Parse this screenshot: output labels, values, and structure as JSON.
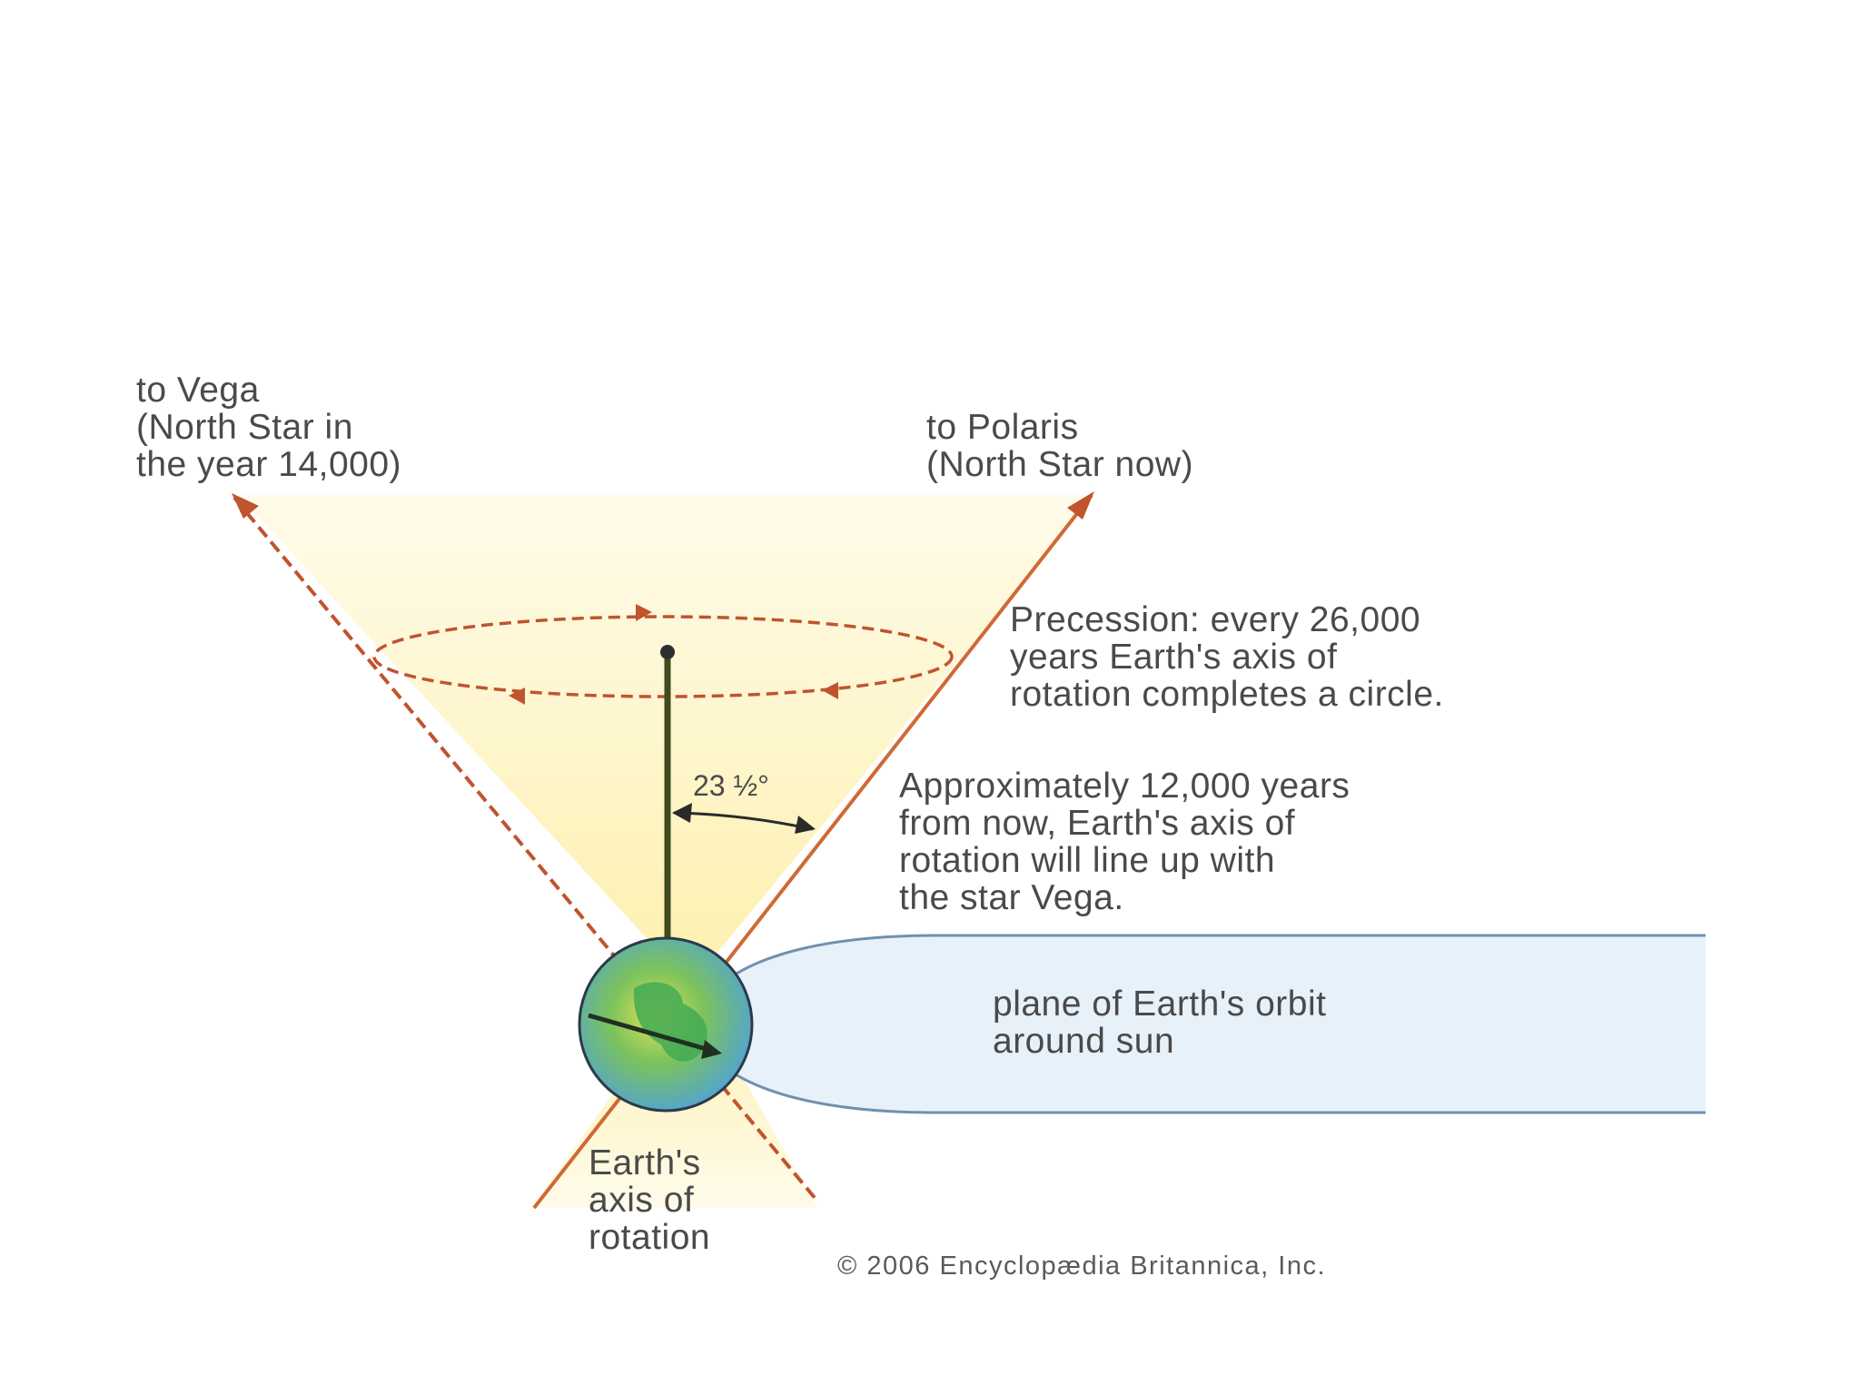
{
  "labels": {
    "vega": [
      "to Vega",
      "(North Star in",
      "the year 14,000)"
    ],
    "polaris": [
      "to Polaris",
      "(North Star now)"
    ],
    "precession": [
      "Precession: every 26,000",
      "years Earth's axis of",
      "rotation completes a circle."
    ],
    "approx": [
      "Approximately 12,000 years",
      "from now, Earth's axis of",
      "rotation will line up with",
      "the star Vega."
    ],
    "orbit_plane": [
      "plane of Earth's orbit",
      "around sun"
    ],
    "axis": [
      "Earth's",
      "axis of",
      "rotation"
    ],
    "angle": "23 ½°",
    "copyright": "© 2006 Encyclopædia Britannica, Inc."
  },
  "colors": {
    "cone_fill": "#fdf2b8",
    "cone_fill_light": "#fef9dc",
    "axis_line": "#c8682e",
    "precession_circle": "#c0542e",
    "vertical_axis": "#3d4a1c",
    "orbit_plane_fill": "#e6f1fa",
    "orbit_plane_stroke": "#6a8aa6",
    "earth_ocean": "#6aaee0",
    "earth_land": "#4fb85a",
    "earth_light": "#e8e25a",
    "text": "#4a4a4a"
  }
}
